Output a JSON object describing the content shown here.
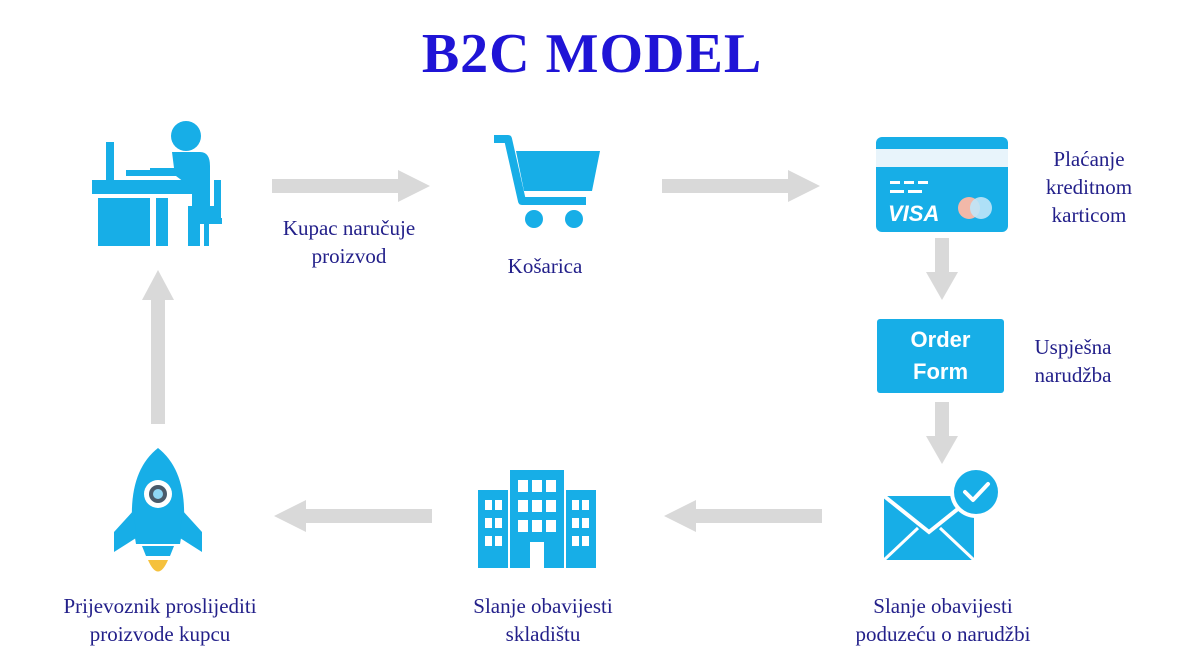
{
  "title": "B2C MODEL",
  "steps": {
    "customer": {
      "icon": "person-at-computer-icon"
    },
    "order_label": [
      "Kupac naručuje",
      "proizvod"
    ],
    "cart": {
      "icon": "shopping-cart-icon",
      "label": "Košarica"
    },
    "payment": {
      "icon": "credit-card-icon",
      "card_brand": "VISA",
      "label": [
        "Plaćanje",
        "kreditnom",
        "karticom"
      ]
    },
    "order_form": {
      "lines": [
        "Order",
        "Form"
      ],
      "label": [
        "Uspješna",
        "narudžba"
      ]
    },
    "company_notify": {
      "icon": "envelope-check-icon",
      "label": [
        "Slanje obavijesti",
        "poduzeću o narudžbi"
      ]
    },
    "warehouse": {
      "icon": "building-icon",
      "label": [
        "Slanje obavijesti",
        "skladištu"
      ]
    },
    "carrier": {
      "icon": "rocket-icon",
      "label": [
        "Prijevoznik proslijediti",
        "proizvode kupcu"
      ]
    }
  },
  "colors": {
    "title": "#1f14d6",
    "label": "#23208a",
    "icon_blue": "#17aee7",
    "arrow_gray": "#d9d9d9"
  }
}
